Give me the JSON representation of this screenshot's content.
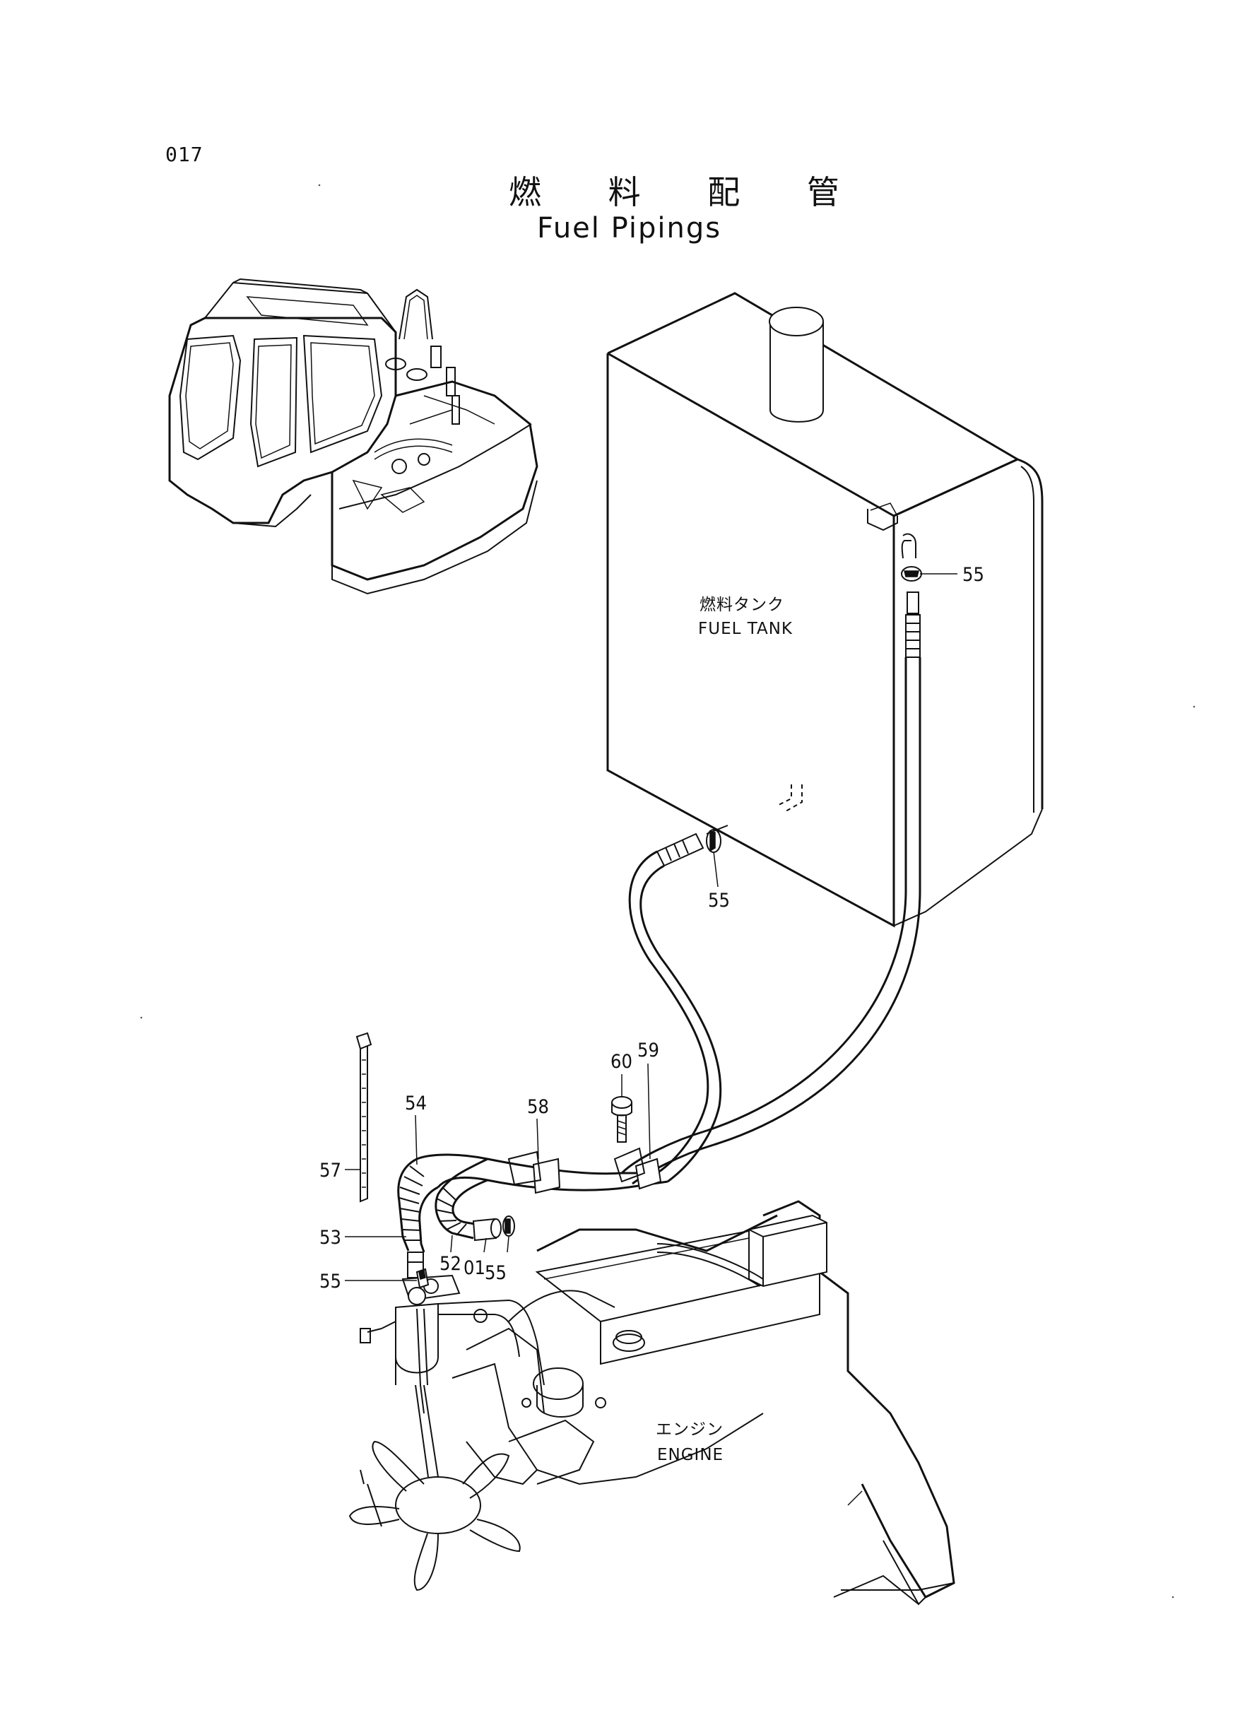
{
  "page_number": "017",
  "title_jp": "燃 料 配 管",
  "title_en": "Fuel Pipings",
  "components": {
    "fuel_tank": {
      "jp": "燃料タンク",
      "en": "FUEL TANK"
    },
    "engine": {
      "jp": "エンジン",
      "en": "ENGINE"
    }
  },
  "callouts": {
    "c55_tank_top": "55",
    "c55_tank_bottom": "55",
    "c60": "60",
    "c59": "59",
    "c58": "58",
    "c54": "54",
    "c57": "57",
    "c53": "53",
    "c52": "52",
    "c01": "01",
    "c55_filter": "55",
    "c55_engine": "55"
  }
}
